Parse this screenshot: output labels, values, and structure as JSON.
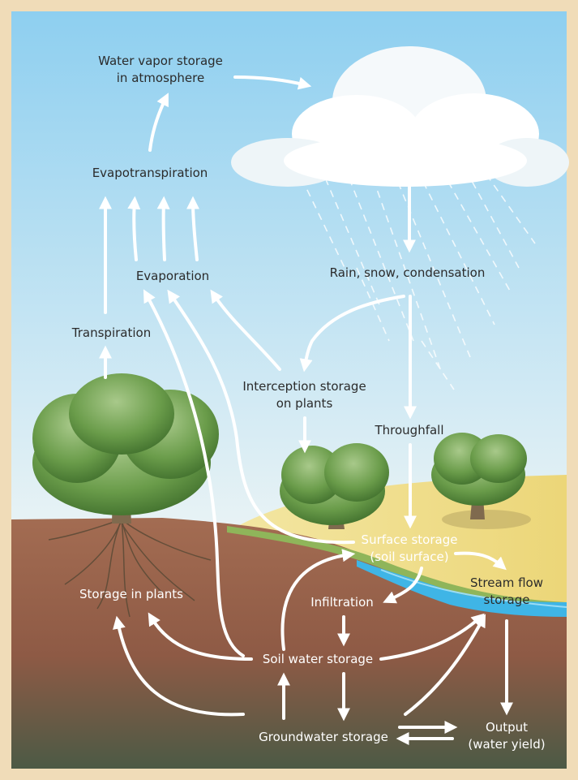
{
  "colors": {
    "frame": "#f0dcb8",
    "sky_top": "#8ecff0",
    "sky_bottom": "#e6f2f6",
    "soil_top": "#9f6a52",
    "soil_bottom": "#4f5a46",
    "meadow": "#f0e08a",
    "stream": "#3fb5e6",
    "foliage": "#5f9a3e",
    "trunk": "#7f6a4e",
    "arrow": "#ffffff",
    "label_dark": "#2b2b2b",
    "label_light": "#ffffff"
  },
  "labels": {
    "water_vapor": [
      "Water vapor storage",
      "in atmosphere"
    ],
    "evapotranspiration": "Evapotranspiration",
    "evaporation": "Evaporation",
    "transpiration": "Transpiration",
    "rain": "Rain, snow, condensation",
    "interception": [
      "Interception storage",
      "on plants"
    ],
    "throughfall": "Throughfall",
    "surface_storage": [
      "Surface storage",
      "(soil surface)"
    ],
    "stream_flow": [
      "Stream flow",
      "storage"
    ],
    "infiltration": "Infiltration",
    "storage_plants": "Storage in plants",
    "soil_water": "Soil water storage",
    "groundwater": "Groundwater storage",
    "output": [
      "Output",
      "(water yield)"
    ]
  },
  "icons": [
    "cloud-icon",
    "tree-icon",
    "rain-streaks"
  ]
}
